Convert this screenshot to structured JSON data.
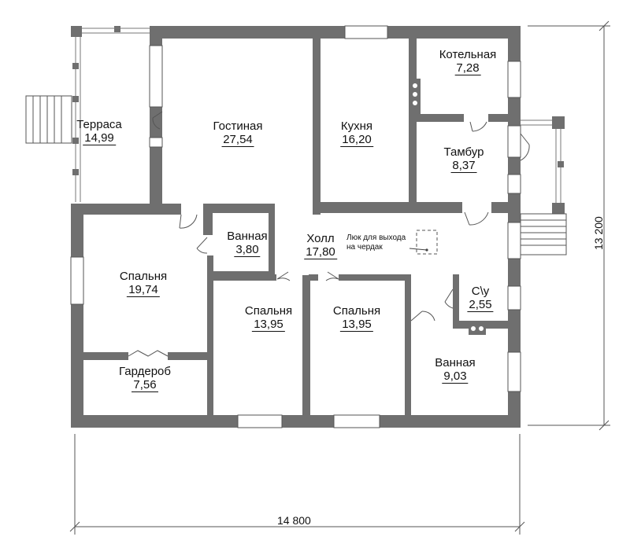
{
  "rooms": {
    "terrace": {
      "name": "Терраса",
      "area": "14,99"
    },
    "living": {
      "name": "Гостиная",
      "area": "27,54"
    },
    "kitchen": {
      "name": "Кухня",
      "area": "16,20"
    },
    "boiler": {
      "name": "Котельная",
      "area": "7,28"
    },
    "vestibule": {
      "name": "Тамбур",
      "area": "8,37"
    },
    "bath_small": {
      "name": "Ванная",
      "area": "3,80"
    },
    "hall": {
      "name": "Холл",
      "area": "17,80"
    },
    "bedroom_big": {
      "name": "Спальня",
      "area": "19,74"
    },
    "bedroom_2": {
      "name": "Спальня",
      "area": "13,95"
    },
    "bedroom_3": {
      "name": "Спальня",
      "area": "13,95"
    },
    "wc": {
      "name": "С\\у",
      "area": "2,55"
    },
    "bath_big": {
      "name": "Ванная",
      "area": "9,03"
    },
    "wardrobe": {
      "name": "Гардероб",
      "area": "7,56"
    }
  },
  "attic_hatch_note": "Люк для выхода на чердак",
  "dimensions": {
    "width": "14 800",
    "height": "13 200"
  },
  "colors": {
    "wall": "#6f6f6f",
    "line": "#555555"
  }
}
